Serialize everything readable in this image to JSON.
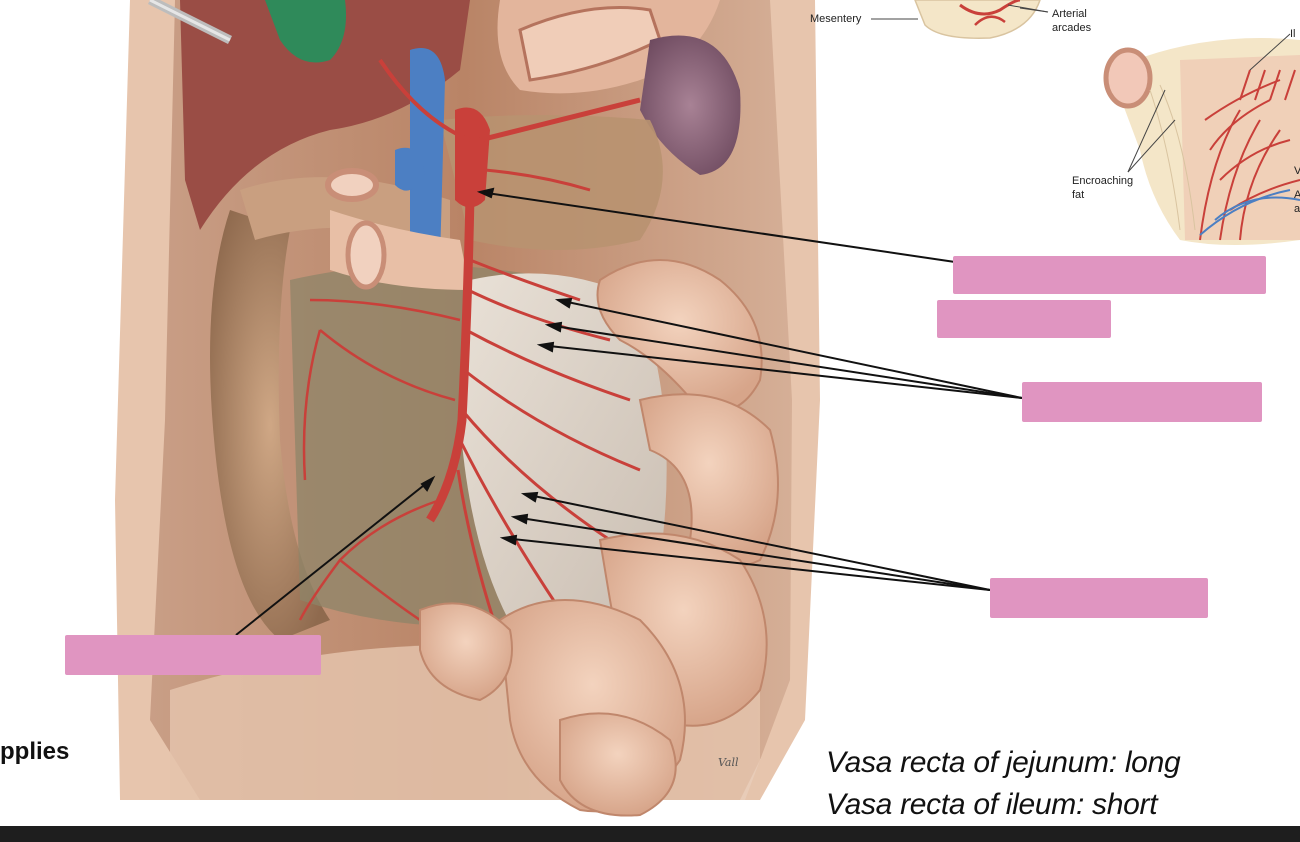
{
  "inset_top": {
    "mesentery_label": "Mesentery",
    "arterial_arcades_label_line1": "Arterial",
    "arterial_arcades_label_line2": "arcades"
  },
  "inset_right": {
    "encroaching_fat_line1": "Encroaching",
    "encroaching_fat_line2": "fat",
    "clipped_label_top": "Il",
    "clipped_label_mid": "V",
    "clipped_label_low1": "A",
    "clipped_label_low2": "a"
  },
  "side_text": {
    "supplies": "pplies"
  },
  "artist_signature": "Vall",
  "captions": {
    "jejunum": "Vasa recta of jejunum: long",
    "ileum": "Vasa recta of ileum: short"
  },
  "colors": {
    "label_mask": "#e095c1",
    "artery": "#c9403a",
    "vein": "#4c7fc3",
    "bowel": "#e8bfa6",
    "bottom_bar": "#1e1e1e"
  }
}
